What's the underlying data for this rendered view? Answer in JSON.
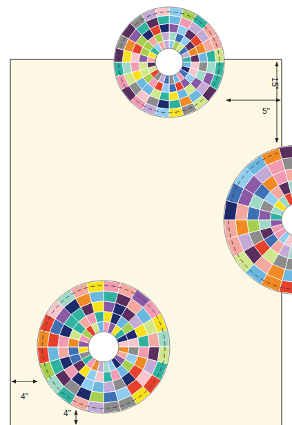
{
  "diagram": {
    "labels": [
      "5\"",
      "15\"",
      "4\"",
      "4\""
    ]
  }
}
